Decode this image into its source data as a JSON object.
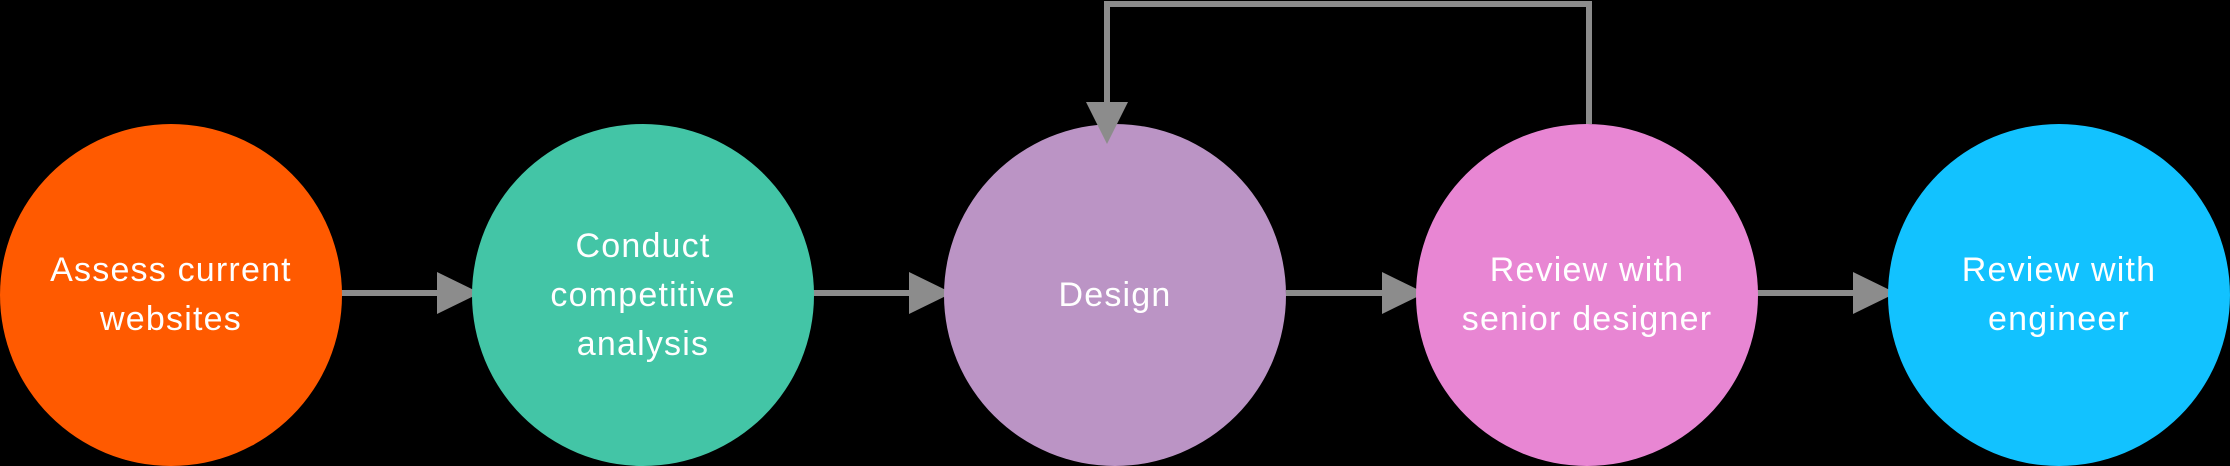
{
  "diagram": {
    "type": "flowchart",
    "background": "#000000",
    "connector_color": "#8c8c8c",
    "text_color": "#ffffff",
    "nodes": [
      {
        "id": "assess",
        "label": "Assess current\nwebsites",
        "color": "#ff5a00"
      },
      {
        "id": "competitive",
        "label": "Conduct\ncompetitive\nanalysis",
        "color": "#43c5a6"
      },
      {
        "id": "design",
        "label": "Design",
        "color": "#bb94c5"
      },
      {
        "id": "senior_review",
        "label": "Review with\nsenior designer",
        "color": "#e886d3"
      },
      {
        "id": "engineer_review",
        "label": "Review with\nengineer",
        "color": "#12c2ff"
      }
    ],
    "edges": [
      {
        "from": "assess",
        "to": "competitive"
      },
      {
        "from": "competitive",
        "to": "design"
      },
      {
        "from": "design",
        "to": "senior_review"
      },
      {
        "from": "senior_review",
        "to": "engineer_review"
      },
      {
        "from": "senior_review",
        "to": "design",
        "style": "loop-over-top"
      }
    ]
  }
}
